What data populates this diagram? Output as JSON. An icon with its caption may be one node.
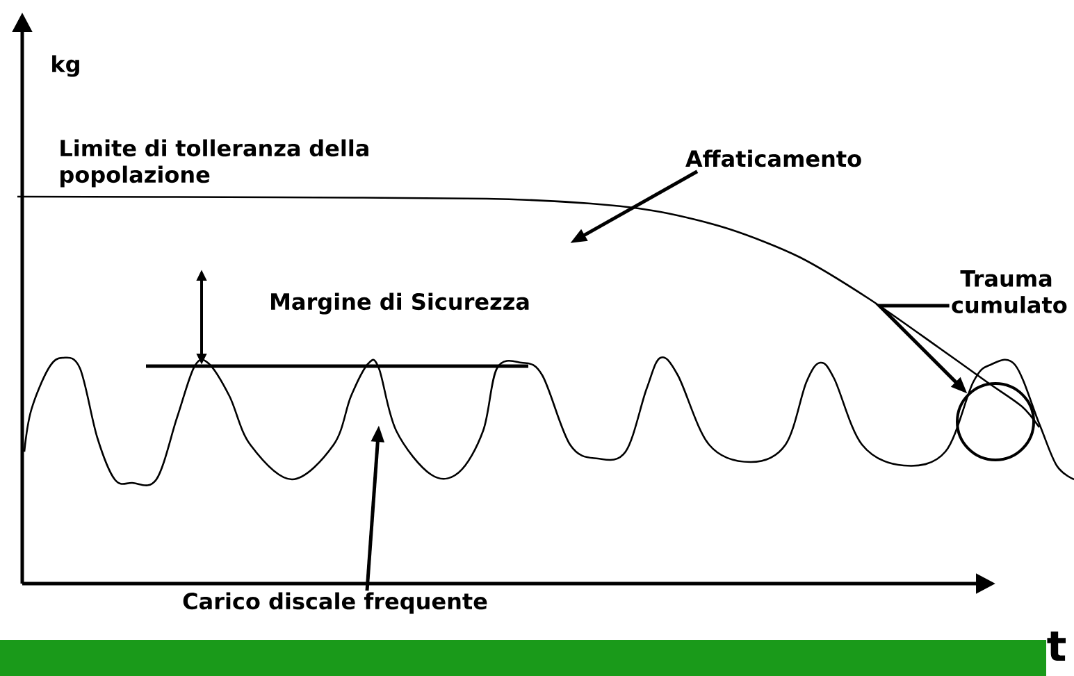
{
  "diagram": {
    "nodes": [
      {
        "text": [
          "Affaticamento"
        ]
      },
      {
        "text": [
          "Trauma cumulato"
        ]
      },
      {
        "text": [],
        "shape": "circle"
      },
      {
        "text": [
          "Carico discale frequente"
        ]
      }
    ],
    "edges": [
      {
        "from": 0,
        "to": null,
        "arrow": "to"
      },
      {
        "from": 1,
        "to": 2,
        "arrow": "to"
      },
      {
        "from": 3,
        "to": null,
        "arrow": "to"
      }
    ],
    "labels": [
      "kg",
      "Limite di tolleranza della popolazione",
      "Margine di Sicurezza",
      "t"
    ]
  }
}
